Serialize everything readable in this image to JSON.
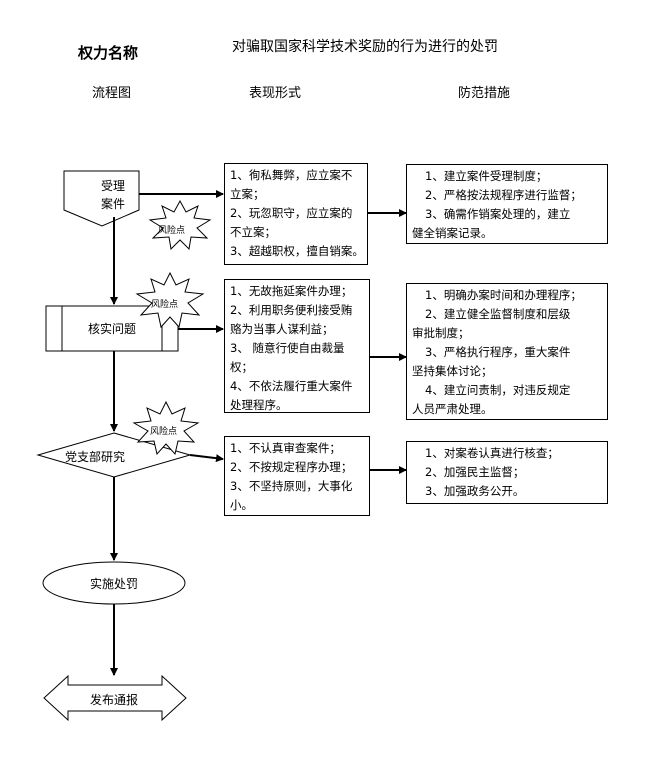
{
  "header": {
    "power_name_label": "权力名称",
    "power_name_value": "对骗取国家科学技术奖励的行为进行的处罚",
    "col_flow": "流程图",
    "col_forms": "表现形式",
    "col_measures": "防范措施"
  },
  "flow": {
    "step1": [
      "受理",
      "案件"
    ],
    "step2": "核实问题",
    "step3": "党支部研究",
    "step4": "实施处罚",
    "step5": "发布通报"
  },
  "risk_label": "风险点",
  "forms": {
    "group1": [
      "1、徇私舞弊，应立案不",
      "立案；",
      "2、玩忽职守，应立案的",
      "不立案；",
      "3、超越职权，擅自销案。"
    ],
    "group2": [
      "1、无故拖延案件办理；",
      "2、利用职务便利接受贿",
      "赂为当事人谋利益；",
      "3、 随意行使自由裁量",
      "权；",
      "4、不依法履行重大案件",
      "处理程序。"
    ],
    "group3": [
      "1、不认真审查案件；",
      "2、不按规定程序办理；",
      "3、不坚持原则，大事化",
      "小。"
    ]
  },
  "measures": {
    "group1": [
      "1、建立案件受理制度；",
      "2、严格按法规程序进行监督；",
      "3、确需作销案处理的，建立",
      "健全销案记录。"
    ],
    "group2": [
      "1、明确办案时间和办理程序；",
      "2、建立健全监督制度和层级",
      "审批制度；",
      "3、严格执行程序，重大案件",
      "坚持集体讨论；",
      "4、建立问责制，对违反规定",
      "人员严肃处理。"
    ],
    "group3": [
      "1、对案卷认真进行核查；",
      "2、加强民主监督；",
      "3、加强政务公开。"
    ]
  }
}
